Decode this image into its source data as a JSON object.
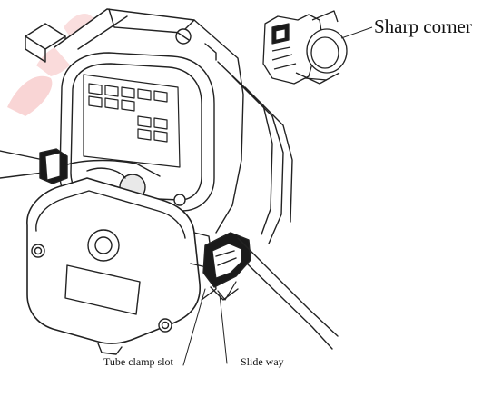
{
  "labels": {
    "sharp_corner": "Sharp corner",
    "tube_clamp_slot": "Tube clamp slot",
    "slide_way": "Slide way"
  },
  "colors": {
    "line": "#222222",
    "fill_light": "#f3f3f3",
    "fill_dark": "#1a1a1a",
    "watermark": "#f6c3c3"
  }
}
